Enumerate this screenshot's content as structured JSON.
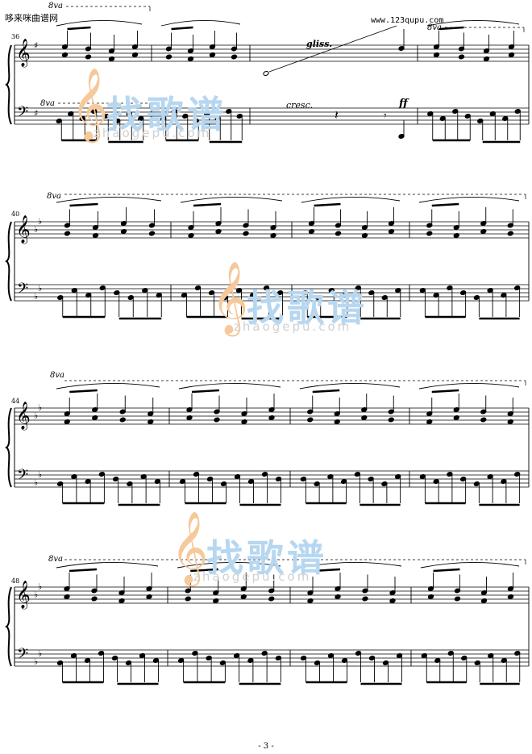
{
  "header": {
    "site_title": "哆来咪曲谱网",
    "site_url": "www.123qupu.com"
  },
  "footer": {
    "page_number": "- 3 -"
  },
  "watermark": {
    "brand": "找歌谱",
    "url": "zhaogepu.com"
  },
  "systems": [
    {
      "first_measure": "36",
      "octave_mark": "8va",
      "key": "G major → B♭ major"
    },
    {
      "first_measure": "40",
      "octave_mark": "8va",
      "key": "B♭ major"
    },
    {
      "first_measure": "44",
      "octave_mark": "8va",
      "key": "B♭ major"
    },
    {
      "first_measure": "48",
      "octave_mark": "8va",
      "key": "B♭ major"
    }
  ],
  "markings": {
    "gliss": "gliss.",
    "cresc": "cresc.",
    "dynamic_ff": "ff",
    "octave_sign": "8va"
  },
  "colors": {
    "ink": "#000000",
    "watermark_orange": "#f6c99a",
    "watermark_blue": "#b7d7f0"
  }
}
